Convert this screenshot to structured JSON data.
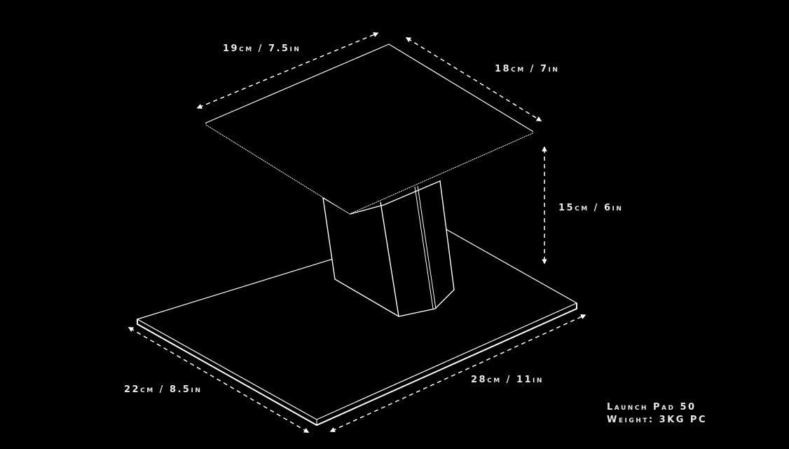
{
  "product": {
    "name": "Launch Pad 50",
    "weight": "Weight: 3KG PC"
  },
  "dimensions": {
    "top_width": "19cm / 7.5in",
    "top_depth": "18cm / 7in",
    "height": "15cm / 6in",
    "base_depth": "22cm / 8.5in",
    "base_width": "28cm / 11in"
  },
  "colors": {
    "background": "#000000",
    "line": "#ffffff",
    "text": "#e8e8e8"
  }
}
